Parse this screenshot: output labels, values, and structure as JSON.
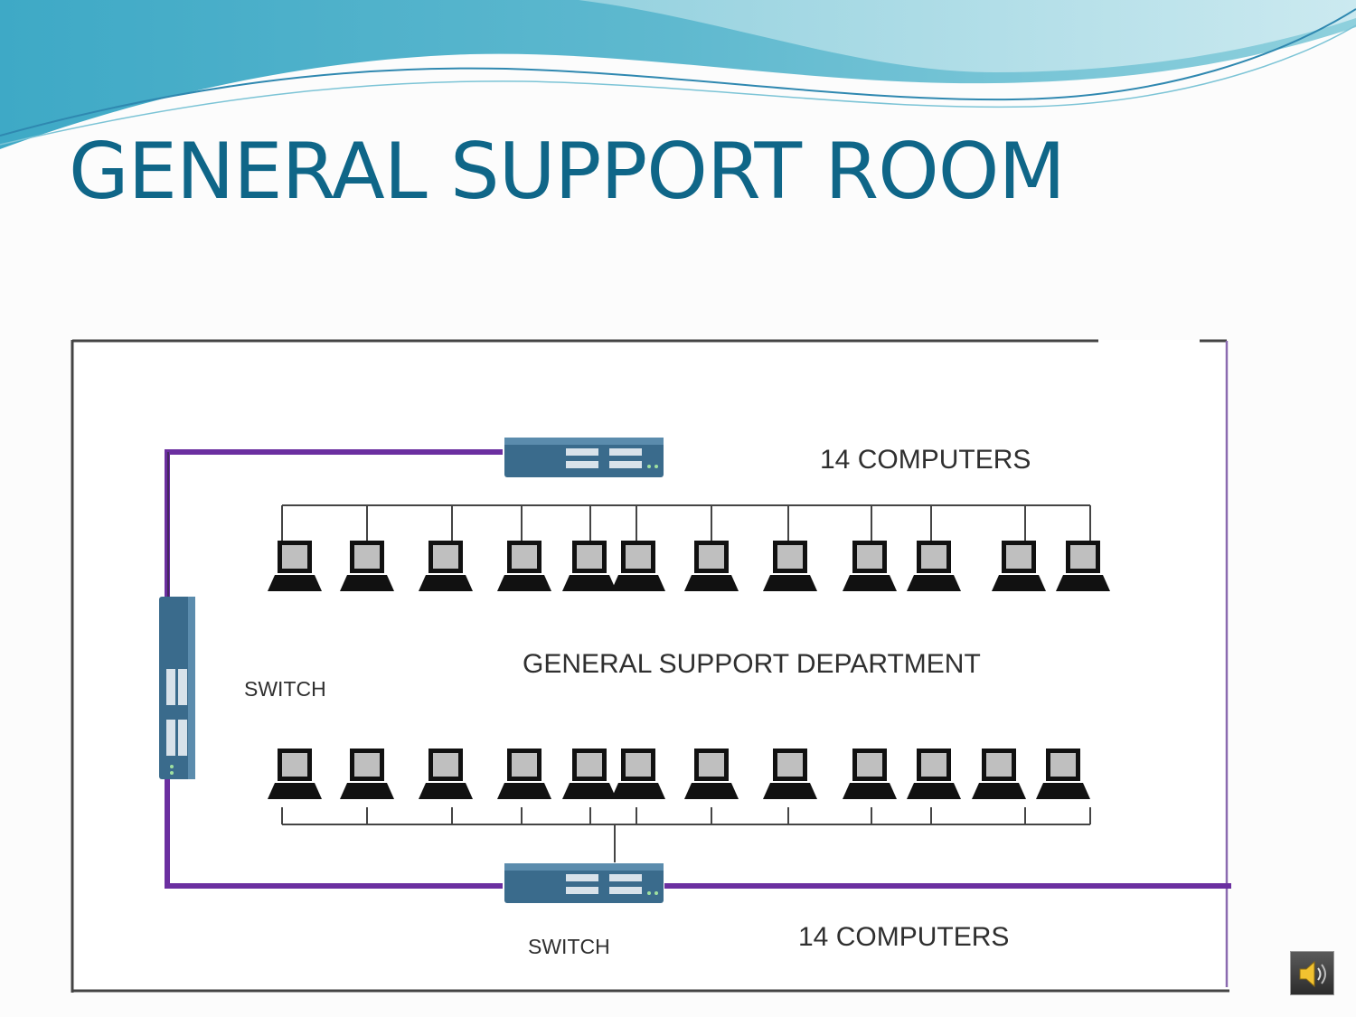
{
  "slide": {
    "title": "GENERAL SUPPORT ROOM"
  },
  "diagram": {
    "top_group_label": "14 COMPUTERS",
    "bottom_group_label": "14 COMPUTERS",
    "department_label": "GENERAL SUPPORT DEPARTMENT",
    "left_switch_label": "SWITCH",
    "bottom_switch_label": "SWITCH",
    "link_color": "#6b2fa0",
    "switch_color": "#3a6b8c"
  },
  "controls": {
    "sound_icon": "speaker-icon"
  }
}
